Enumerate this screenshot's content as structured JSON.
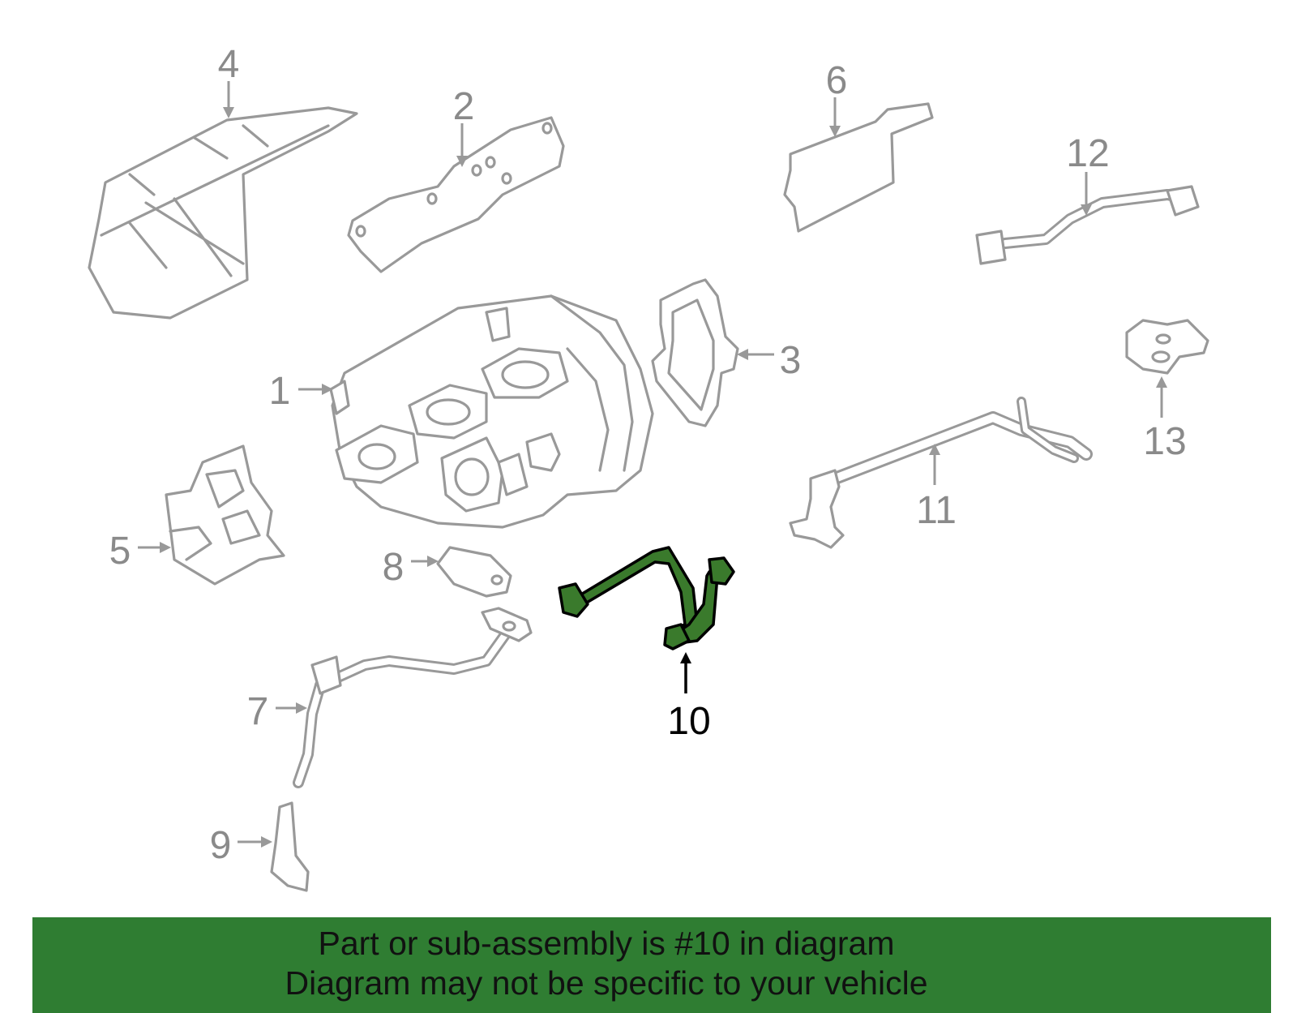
{
  "callouts": [
    "1",
    "2",
    "3",
    "4",
    "5",
    "6",
    "7",
    "8",
    "9",
    "10",
    "11",
    "12",
    "13"
  ],
  "highlighted_callout": "10",
  "colors": {
    "part_outline": "#999999",
    "highlight_fill": "#3a7a2c",
    "banner_background": "#2f7d32",
    "banner_text": "#111111"
  },
  "banner": {
    "line1": "Part or sub-assembly is #10 in diagram",
    "line2": "Diagram may not be specific to your vehicle"
  }
}
